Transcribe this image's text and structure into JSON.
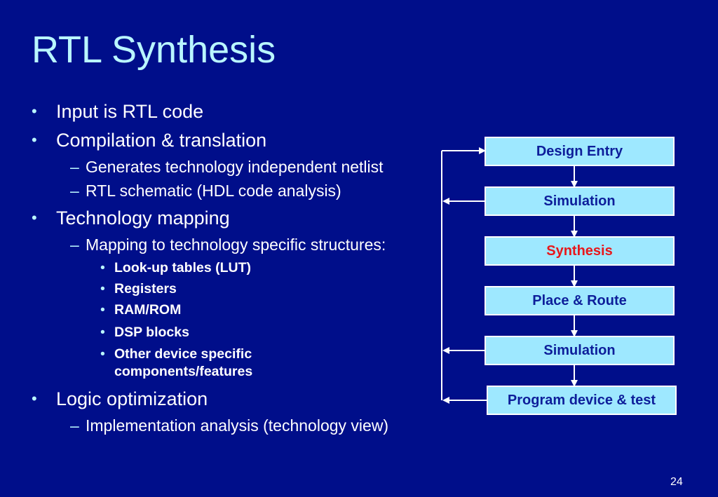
{
  "slide": {
    "title": "RTL Synthesis",
    "bullets": [
      {
        "text": "Input is RTL code"
      },
      {
        "text": "Compilation & translation",
        "sub": [
          {
            "text": "Generates technology independent netlist"
          },
          {
            "text": "RTL schematic (HDL code analysis)"
          }
        ]
      },
      {
        "text": "Technology mapping",
        "sub": [
          {
            "text": "Mapping to technology specific structures:",
            "sub": [
              {
                "text": "Look-up tables (LUT)"
              },
              {
                "text": "Registers"
              },
              {
                "text": "RAM/ROM"
              },
              {
                "text": "DSP blocks"
              },
              {
                "text": "Other device specific"
              },
              {
                "text": "components/features"
              }
            ]
          }
        ]
      },
      {
        "text": "Logic optimization",
        "sub": [
          {
            "text": "Implementation analysis (technology view)"
          }
        ]
      }
    ],
    "bullet_marks": {
      "level1": "•",
      "level2": "–",
      "level3": "•"
    },
    "page_number": "24"
  },
  "flow": {
    "boxes": [
      {
        "label": "Design Entry",
        "highlight": false
      },
      {
        "label": "Simulation",
        "highlight": false
      },
      {
        "label": "Synthesis",
        "highlight": true
      },
      {
        "label": "Place & Route",
        "highlight": false
      },
      {
        "label": "Simulation",
        "highlight": false
      },
      {
        "label": "Program device & test",
        "highlight": false
      }
    ]
  },
  "colors": {
    "background": "#000e8a",
    "title": "#b9f6ff",
    "box_fill": "#9ee8ff",
    "box_text": "#0d1e9a",
    "highlight_text": "#e8171b"
  }
}
